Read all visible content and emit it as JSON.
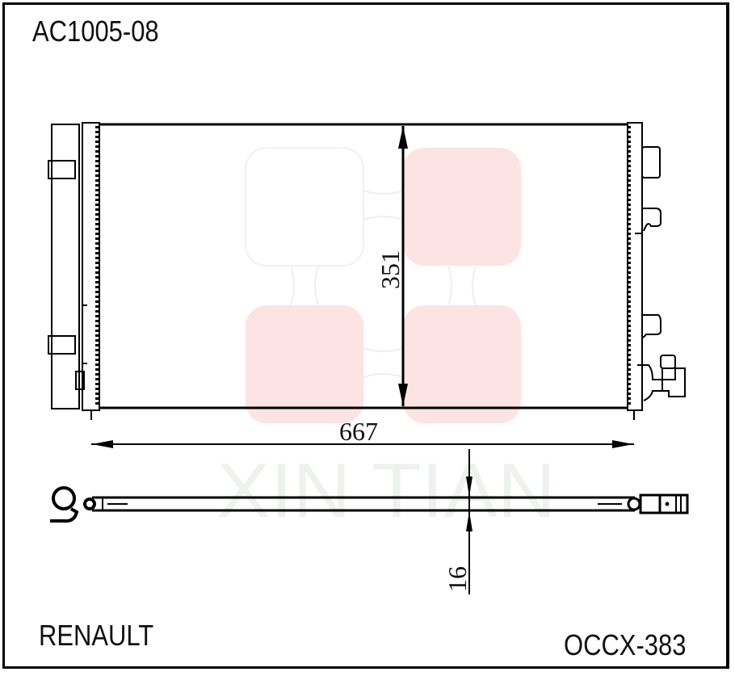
{
  "header": {
    "part_number": "AC1005-08"
  },
  "footer": {
    "brand": "RENAULT",
    "oe_code": "OCCX-383"
  },
  "dimensions": {
    "height": "351",
    "width": "667",
    "thickness": "16"
  },
  "watermark": {
    "text": "XIN TIAN",
    "logo_color": "#fde3e3",
    "text_color": "#eef2ee"
  },
  "drawing": {
    "subject": "condenser",
    "views": [
      "front-view",
      "bottom-view"
    ],
    "line_color": "#000000"
  }
}
